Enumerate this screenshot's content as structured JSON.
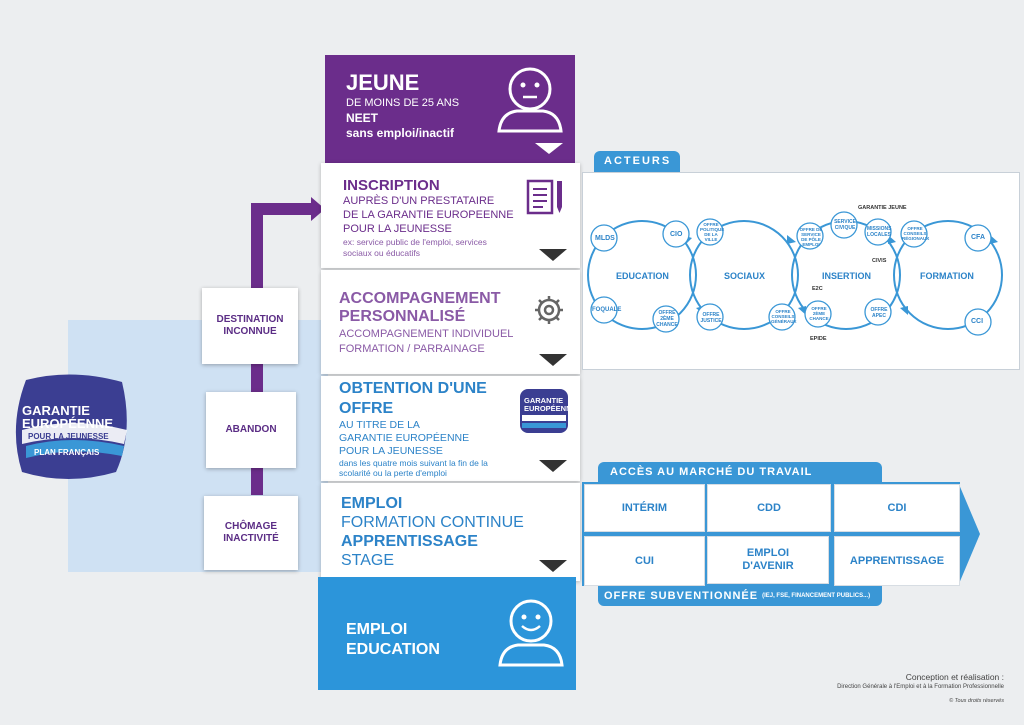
{
  "colors": {
    "purple": "#6b2d8b",
    "blue": "#2c83c8",
    "bright_blue": "#3a97d6",
    "light_blue": "#cfe1f3",
    "bg": "#eceef0"
  },
  "logo": {
    "line1": "GARANTIE",
    "line2": "EUROPÉENNE",
    "line3": "POUR LA JEUNESSE",
    "line4": "PLAN FRANÇAIS"
  },
  "jeune": {
    "title": "JEUNE",
    "line1": "DE MOINS DE 25 ANS",
    "line2": "NEET",
    "line3": "sans emploi/inactif",
    "icon": "person-neutral-icon"
  },
  "steps": [
    {
      "title": "INSCRIPTION",
      "lines": [
        "AUPRÈS D'UN PRESTATAIRE",
        "DE LA GARANTIE EUROPEENNE",
        "POUR LA JEUNESSE"
      ],
      "note": "ex: service public de l'emploi, services sociaux ou éducatifs",
      "icon": "document-pen-icon"
    },
    {
      "title1": "ACCOMPAGNEMENT",
      "title2": "PERSONNALISÉ",
      "lines": [
        "ACCOMPAGNEMENT INDIVIDUEL",
        "FORMATION / PARRAINAGE"
      ],
      "icon": "gear-icon"
    },
    {
      "title1": "OBTENTION D'UNE",
      "title2": "OFFRE",
      "lines": [
        "AU TITRE DE LA",
        "GARANTIE EUROPÉENNE",
        "POUR LA JEUNESSE"
      ],
      "note": "dans les quatre mois suivant la fin de la scolarité ou la perte d'emploi",
      "icon": "logo-icon"
    },
    {
      "lines": [
        "EMPLOI",
        "FORMATION CONTINUE",
        "APPRENTISSAGE",
        "STAGE"
      ]
    }
  ],
  "outcome": {
    "line1": "EMPLOI",
    "line2": "EDUCATION",
    "icon": "person-smile-icon"
  },
  "left_boxes": [
    "DESTINATION INCONNUE",
    "ABANDON",
    "CHÔMAGE INACTIVITÉ"
  ],
  "acteurs": {
    "label": "ACTEURS",
    "circles": [
      "EDUCATION",
      "SOCIAUX",
      "INSERTION",
      "FORMATION"
    ],
    "nodes": {
      "mlds": "MLDS",
      "cio": "CIO",
      "foquale": "FOQUALE",
      "offre2c": "OFFRE 2ÈME CHANCE",
      "offre_justice": "OFFRE POLITIQUE DE LA VILLE",
      "offre_justice2": "OFFRE JUSTICE",
      "offre_spe": "OFFRE DE SERVICE DE PÔLE EMPLOI",
      "service_civique": "SERVICE CIVIQUE",
      "missions_locales": "MISSIONS LOCALES",
      "offre_conseils": "OFFRE CONSEILS GÉNÉRAUX",
      "offre_2c2": "OFFRE 2ÈME CHANCE",
      "offre_apec": "OFFRE APEC",
      "offre_conseils_reg": "OFFRE CONSEILS RÉGIONAUX",
      "cfa": "CFA",
      "cci": "CCI"
    },
    "tags": {
      "garantie": "GARANTIE JEUNE",
      "civis": "CIVIS",
      "e2c": "E2C",
      "epide": "EPIDE"
    }
  },
  "marche": {
    "label": "ACCÈS AU MARCHÉ DU TRAVAIL",
    "row1": [
      "INTÉRIM",
      "CDD",
      "CDI"
    ],
    "row2": [
      "CUI",
      "EMPLOI D'AVENIR",
      "APPRENTISSAGE"
    ],
    "sub_label": "OFFRE SUBVENTIONNÉE",
    "sub_note": "(IEJ, FSE, FINANCEMENT PUBLICS...)"
  },
  "credits": {
    "line1": "Conception et réalisation :",
    "line2": "Direction Générale à l'Emploi et à la Formation Professionnelle",
    "line3": "© Tous droits réservés"
  }
}
